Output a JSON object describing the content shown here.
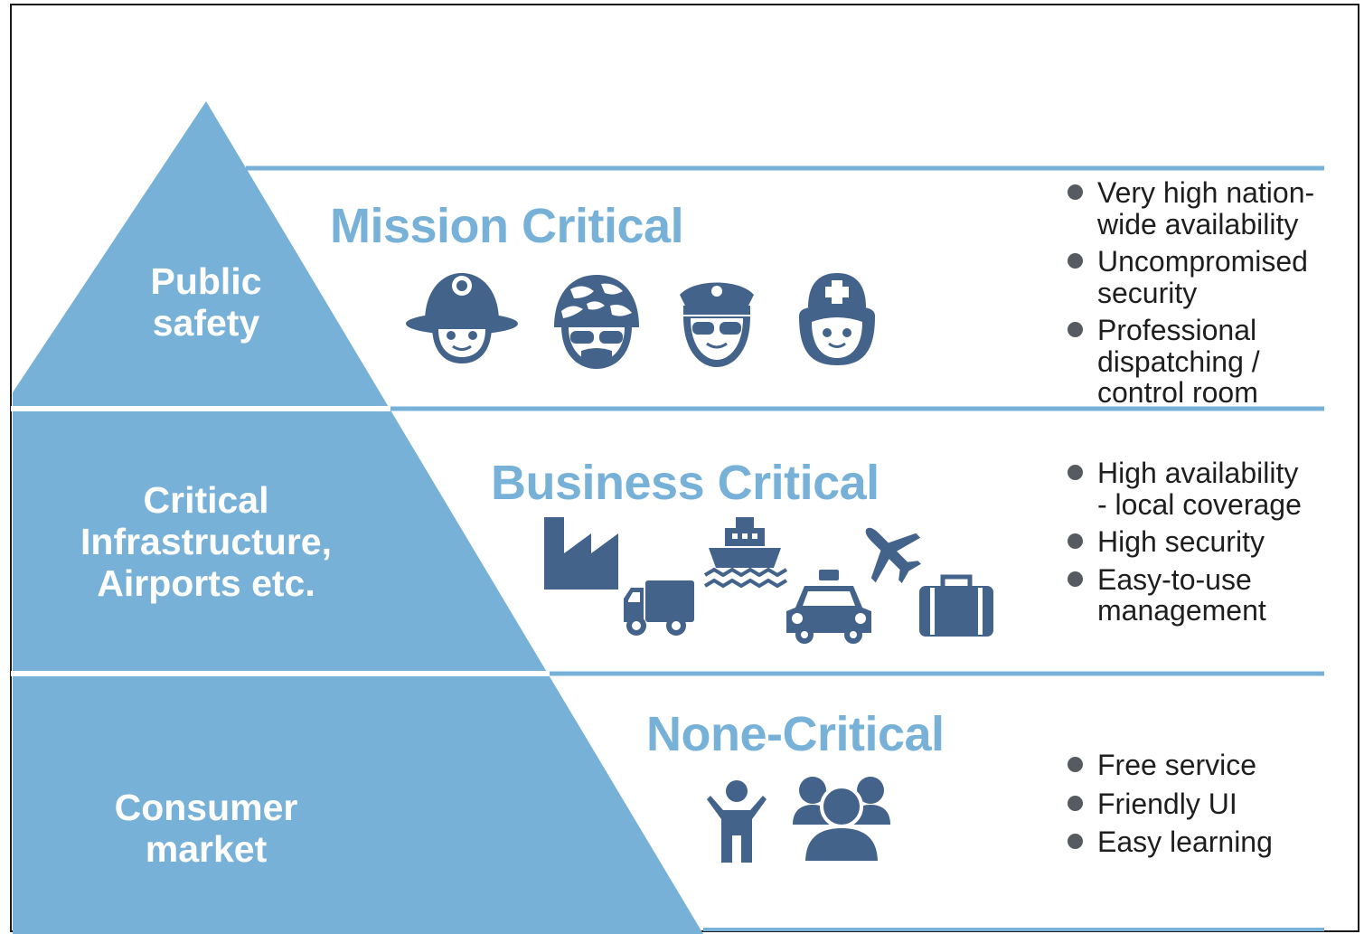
{
  "colors": {
    "pyramid": "#78b1d8",
    "title": "#78b1d8",
    "rule": "#78b1d8",
    "icon": "#44638b",
    "bullet": "#555b61",
    "text": "#1e1e1e"
  },
  "tiers": [
    {
      "id": "public-safety",
      "label": "Public\nsafety",
      "title": "Mission Critical",
      "bullets": [
        "Very high nation-\nwide availability",
        "Uncompromised\nsecurity",
        "Professional\ndispatching /\ncontrol room"
      ],
      "icons": [
        "firefighter-icon",
        "soldier-icon",
        "police-officer-icon",
        "nurse-icon"
      ]
    },
    {
      "id": "critical-infrastructure",
      "label": "Critical\nInfrastructure,\nAirports etc.",
      "title": "Business Critical",
      "bullets": [
        "High availability\n- local coverage",
        "High security",
        "Easy-to-use\nmanagement"
      ],
      "icons": [
        "factory-icon",
        "truck-icon",
        "ship-icon",
        "taxi-icon",
        "airplane-icon",
        "suitcase-icon"
      ]
    },
    {
      "id": "consumer-market",
      "label": "Consumer\nmarket",
      "title": "None-Critical",
      "bullets": [
        "Free service",
        "Friendly UI",
        "Easy learning"
      ],
      "icons": [
        "person-icon",
        "group-icon"
      ]
    }
  ]
}
